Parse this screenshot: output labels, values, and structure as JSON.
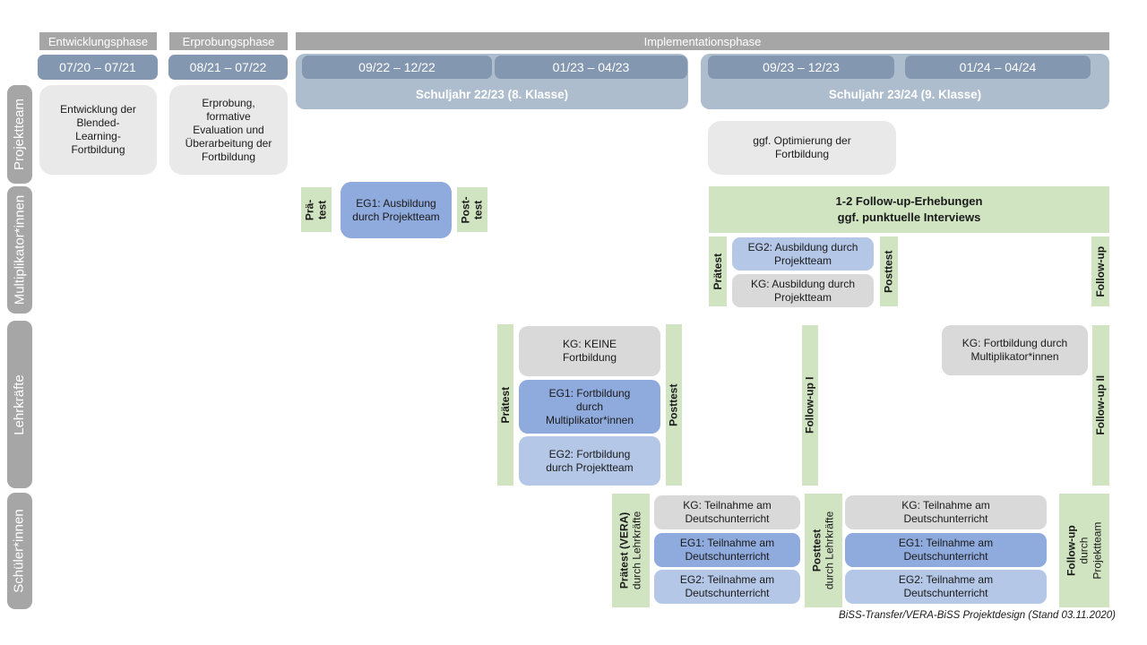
{
  "phases": {
    "entwicklung": "Entwicklungsphase",
    "erprobung": "Erprobungsphase",
    "implementation": "Implementationsphase"
  },
  "periods": [
    "07/20 – 07/21",
    "08/21 – 07/22",
    "09/22 – 12/22",
    "01/23 – 04/23",
    "09/23 – 12/23",
    "01/24 – 04/24"
  ],
  "school_years": [
    "Schuljahr 22/23 (8. Klasse)",
    "Schuljahr 23/24 (9. Klasse)"
  ],
  "row_labels": [
    "Projektteam",
    "Multiplikator*innen",
    "Lehrkräfte",
    "Schüler*innen"
  ],
  "projektteam": {
    "entwicklung_box": "Entwicklung der Blended-Learning-Fortbildung",
    "erprobung_box": "Erprobung, formative Evaluation und Überarbeitung der Fortbildung",
    "optimierung_box": "ggf. Optimierung der Fortbildung"
  },
  "multiplikator": {
    "praetest_short": [
      "Prä-",
      "test"
    ],
    "eg1_box": "EG1: Ausbildung durch Projektteam",
    "posttest_short": [
      "Post-",
      "test"
    ],
    "followup_box": [
      "1-2 Follow-up-Erhebungen",
      "ggf. punktuelle Interviews"
    ],
    "praetest": "Prätest",
    "eg2_box": "EG2: Ausbildung durch Projektteam",
    "kg_box": "KG: Ausbildung durch Projektteam",
    "posttest": "Posttest",
    "followup": "Follow-up"
  },
  "lehrkraefte": {
    "praetest": "Prätest",
    "kg_box": "KG: KEINE Fortbildung",
    "eg1_box": "EG1: Fortbildung durch Multiplikator*innen",
    "eg2_box": "EG2: Fortbildung durch Projektteam",
    "posttest": "Posttest",
    "followup1": "Follow-up I",
    "kg2_box": "KG: Fortbildung durch Multiplikator*innen",
    "followup2": "Follow-up II"
  },
  "schueler": {
    "praetest": [
      "Prätest (VERA)",
      "durch Lehrkräfte"
    ],
    "kg_box_1": "KG: Teilnahme am Deutschunterricht",
    "eg1_box_1": "EG1: Teilnahme am Deutschunterricht",
    "eg2_box_1": "EG2: Teilnahme am Deutschunterricht",
    "posttest": [
      "Posttest",
      "durch Lehrkräfte"
    ],
    "kg_box_2": "KG: Teilnahme am Deutschunterricht",
    "eg1_box_2": "EG1: Teilnahme am Deutschunterricht",
    "eg2_box_2": "EG2: Teilnahme am Deutschunterricht",
    "followup": [
      "Follow-up",
      "durch",
      "Projektteam"
    ]
  },
  "footer": "BiSS-Transfer/VERA-BiSS Projektdesign (Stand 03.11.2020)",
  "colors": {
    "phase_gray": "#a6a6a6",
    "period_blue": "#8497b0",
    "schuljahr_blue": "#aebdce",
    "light_gray": "#e9e9e9",
    "kg_gray": "#d9d9d9",
    "eg1_blue": "#8faadc",
    "eg2_blue": "#b4c7e7",
    "green": "#d0e4c2",
    "text": "#1a1a1a"
  }
}
